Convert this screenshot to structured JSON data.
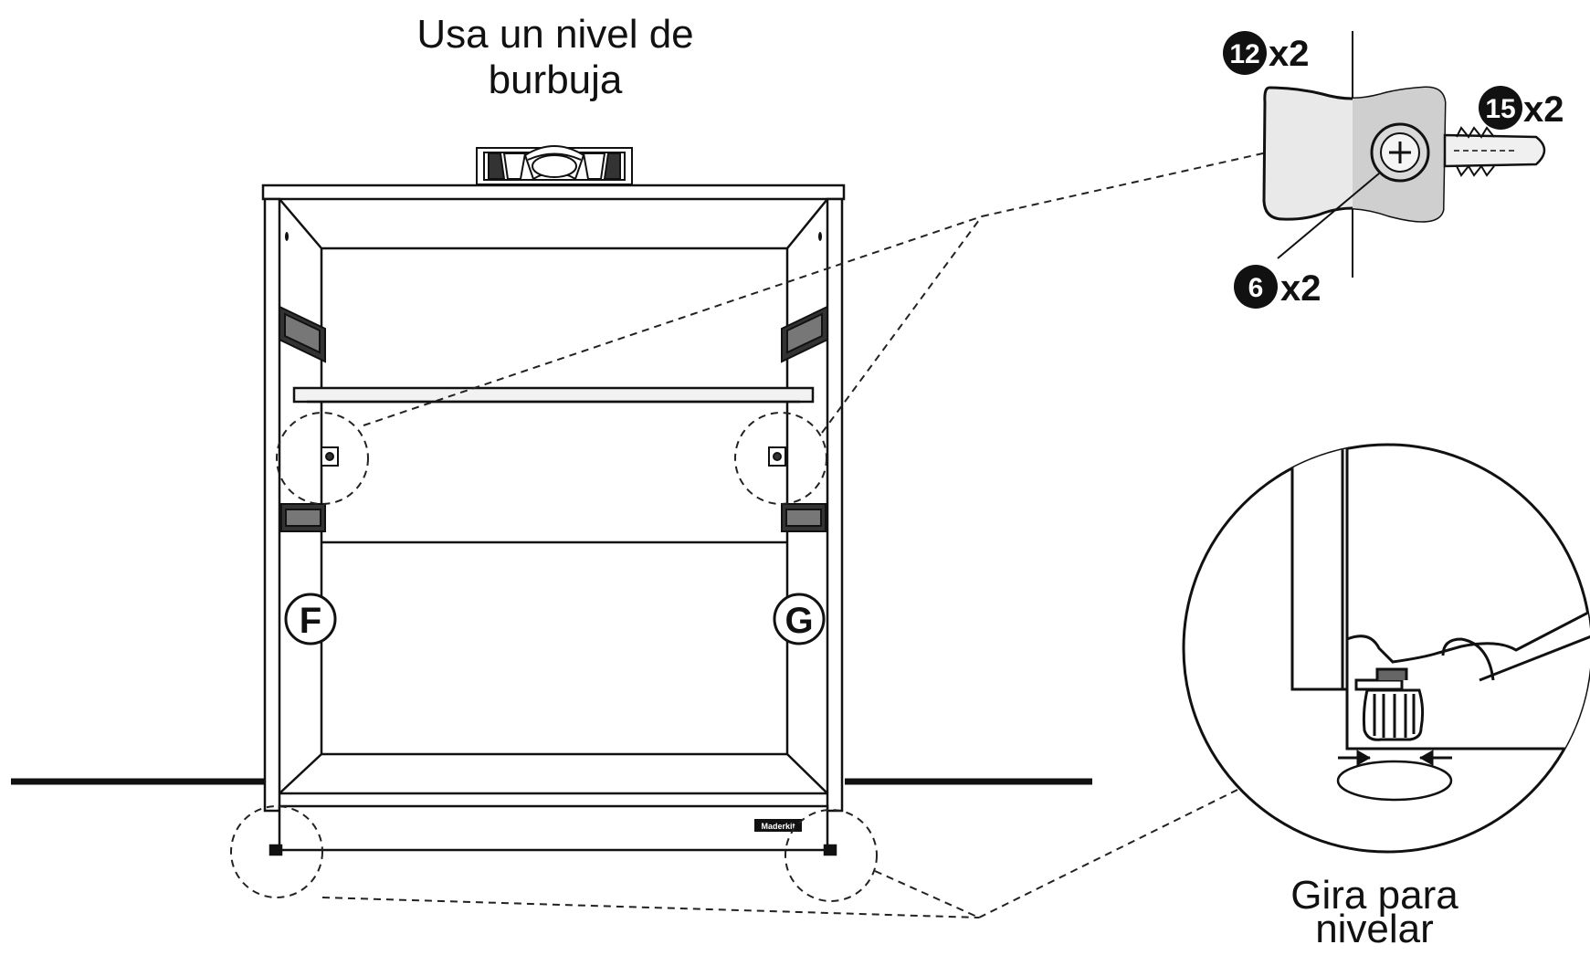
{
  "captions": {
    "level_line1": "Usa un nivel de",
    "level_line2": "burbuja",
    "turn_line1": "Gira para",
    "turn_line2": "nivelar"
  },
  "panel_labels": {
    "left": "F",
    "right": "G"
  },
  "parts": [
    {
      "number": "12",
      "qty": "x2"
    },
    {
      "number": "15",
      "qty": "x2"
    },
    {
      "number": "6",
      "qty": "x2"
    }
  ],
  "brand_label": "Maderkit",
  "colors": {
    "line": "#111111",
    "badge": "#111111",
    "bracket_fill": "#e9e9e9",
    "shelf_fill": "#f2f2f2",
    "dashed": "#222222"
  }
}
